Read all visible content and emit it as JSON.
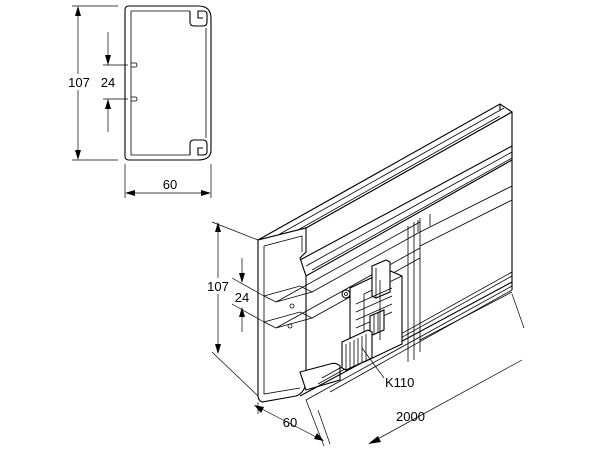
{
  "cross_section": {
    "height_label": "107",
    "spacing_label": "24",
    "width_label": "60"
  },
  "isometric": {
    "height_label": "107",
    "spacing_label": "24",
    "width_label": "60",
    "length_label": "2000",
    "part_label": "K110"
  }
}
